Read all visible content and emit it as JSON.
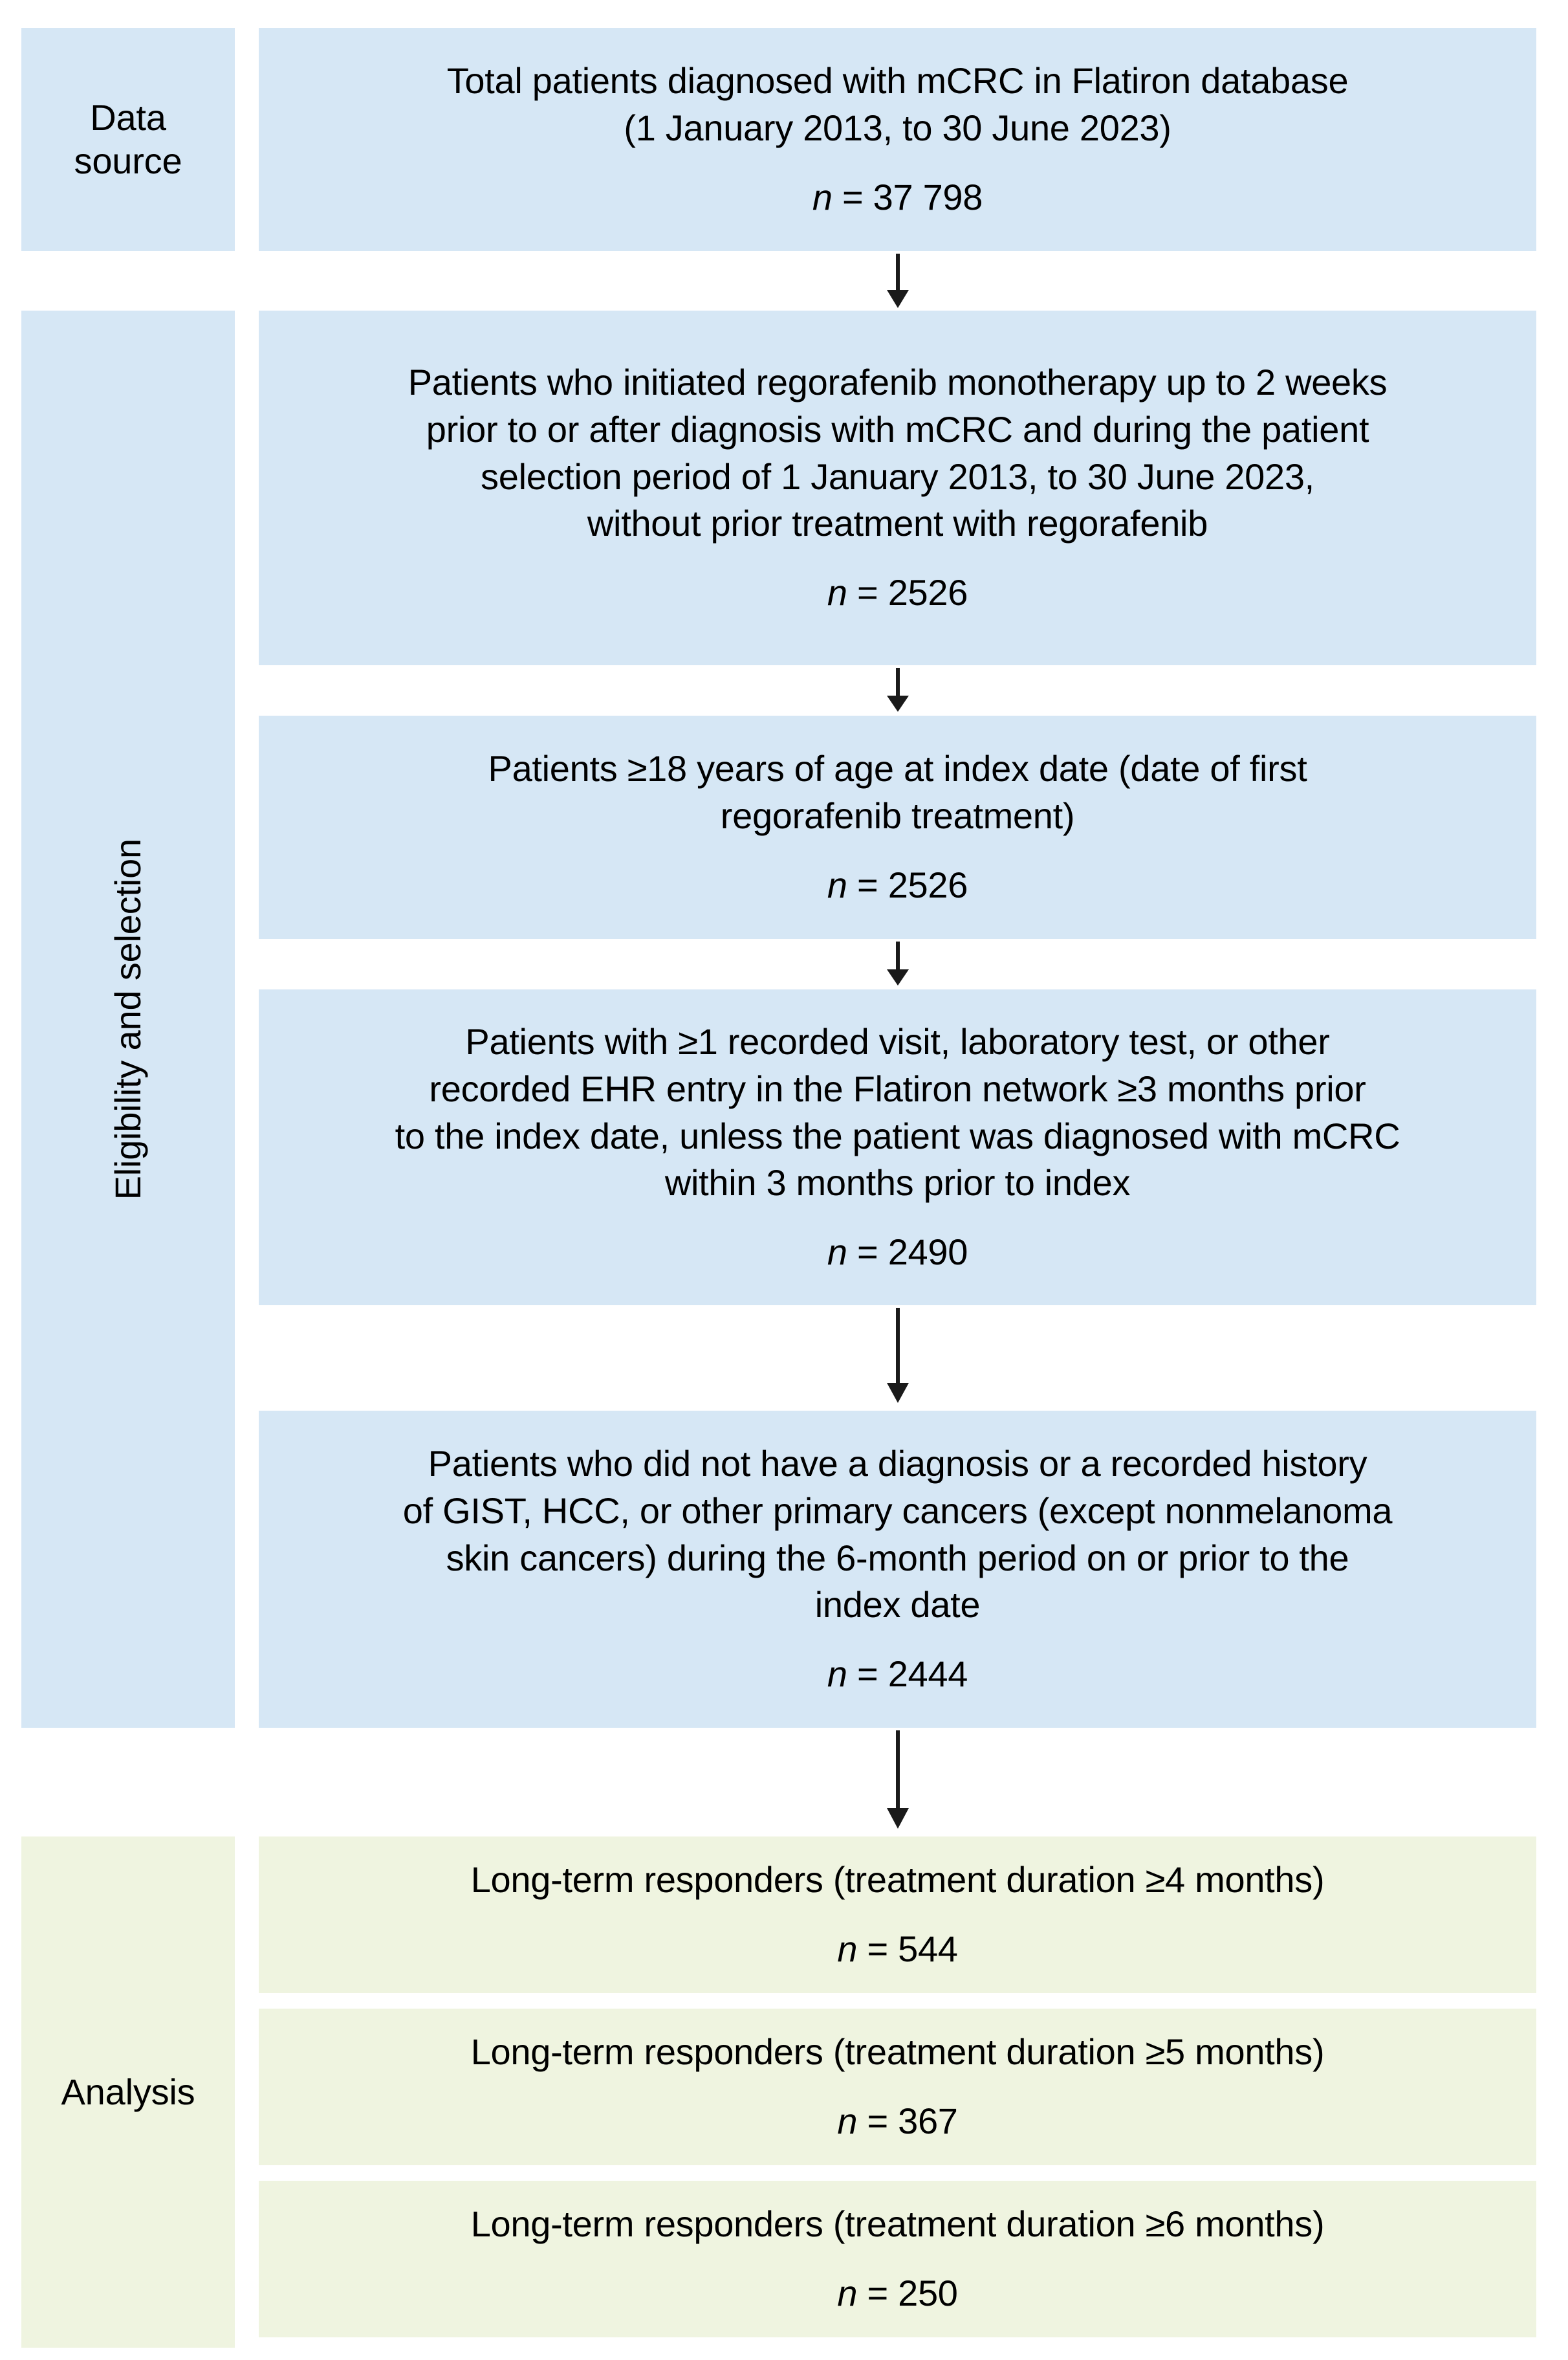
{
  "figure": {
    "type": "patient-selection-flow-diagram",
    "colors": {
      "blue_fill": "#d6e7f5",
      "green_fill": "#eff4e0",
      "arrow": "#1a1a1a",
      "text": "#000000",
      "background": "#ffffff"
    }
  },
  "categories": [
    {
      "id": "data-source",
      "label": "Data\nsource",
      "orientation": "horizontal",
      "fill": "blue"
    },
    {
      "id": "eligibility-and-selection",
      "label": "Eligibility and selection",
      "orientation": "vertical",
      "fill": "blue"
    },
    {
      "id": "analysis",
      "label": "Analysis",
      "orientation": "horizontal",
      "fill": "green"
    }
  ],
  "boxes": [
    {
      "id": "total-patients",
      "fill": "blue",
      "text": "Total patients diagnosed with mCRC in Flatiron database\n(1 January 2013, to 30 June 2023)",
      "n_symbol": "n",
      "n_equals": " = ",
      "n_value": "37 798"
    },
    {
      "id": "initiated-regorafenib",
      "fill": "blue",
      "text": "Patients who initiated regorafenib monotherapy up to 2 weeks\nprior to or after diagnosis with mCRC and during the patient\nselection period of 1 January 2013, to 30 June 2023,\nwithout prior treatment with regorafenib",
      "n_symbol": "n",
      "n_equals": " = ",
      "n_value": "2526"
    },
    {
      "id": "age-18-or-older",
      "fill": "blue",
      "text": "Patients ≥18 years of age at index date (date of first\nregorafenib treatment)",
      "n_symbol": "n",
      "n_equals": " = ",
      "n_value": "2526"
    },
    {
      "id": "ehr-activity",
      "fill": "blue",
      "text": "Patients with ≥1 recorded visit, laboratory test, or other\nrecorded EHR entry in the Flatiron network ≥3 months prior\nto the index date, unless the patient was diagnosed with mCRC\nwithin 3 months prior to index",
      "n_symbol": "n",
      "n_equals": " = ",
      "n_value": "2490"
    },
    {
      "id": "no-other-primary-cancers",
      "fill": "blue",
      "text": "Patients who did not have a diagnosis or a recorded history\nof GIST, HCC, or other primary cancers (except nonmelanoma\nskin cancers) during the 6-month period on or prior to the\nindex date",
      "n_symbol": "n",
      "n_equals": " = ",
      "n_value": "2444"
    },
    {
      "id": "ltr-4-months",
      "fill": "green",
      "text": "Long-term responders (treatment duration ≥4 months)",
      "n_symbol": "n",
      "n_equals": " = ",
      "n_value": "544"
    },
    {
      "id": "ltr-5-months",
      "fill": "green",
      "text": "Long-term responders (treatment duration ≥5 months)",
      "n_symbol": "n",
      "n_equals": " = ",
      "n_value": "367"
    },
    {
      "id": "ltr-6-months",
      "fill": "green",
      "text": "Long-term responders (treatment duration ≥6 months)",
      "n_symbol": "n",
      "n_equals": " = ",
      "n_value": "250"
    }
  ],
  "arrows": [
    {
      "id": "arrow-1",
      "from": "total-patients",
      "to": "initiated-regorafenib"
    },
    {
      "id": "arrow-2",
      "from": "initiated-regorafenib",
      "to": "age-18-or-older"
    },
    {
      "id": "arrow-3",
      "from": "age-18-or-older",
      "to": "ehr-activity"
    },
    {
      "id": "arrow-4",
      "from": "ehr-activity",
      "to": "no-other-primary-cancers"
    },
    {
      "id": "arrow-5",
      "from": "no-other-primary-cancers",
      "to": "ltr-4-months"
    }
  ]
}
